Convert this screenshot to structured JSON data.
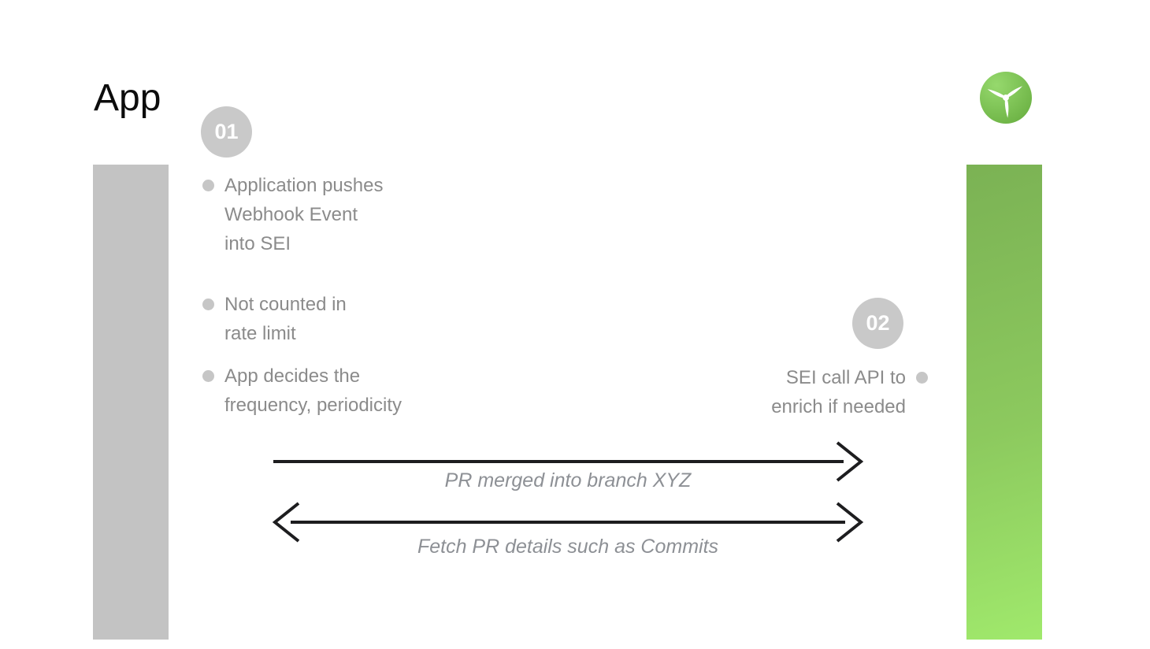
{
  "title": "App",
  "logo": {
    "icon": "propeller-logo"
  },
  "steps": {
    "one": {
      "number": "01",
      "bullets": [
        {
          "lines": [
            "Application pushes",
            "Webhook Event",
            "into SEI"
          ]
        },
        {
          "lines": [
            "Not counted in",
            "rate limit"
          ]
        },
        {
          "lines": [
            "App decides the",
            "frequency, periodicity"
          ]
        }
      ]
    },
    "two": {
      "number": "02",
      "bullets": [
        {
          "lines": [
            "SEI call API to",
            "enrich if needed"
          ]
        }
      ]
    }
  },
  "arrows": [
    {
      "label": "PR merged into branch XYZ",
      "direction": "right"
    },
    {
      "label": "Fetch PR details such as Commits",
      "direction": "both"
    }
  ],
  "colors": {
    "title_text": "#0c0c0c",
    "bar_gray": "#c3c3c3",
    "bar_green_top": "#7bb254",
    "bar_green_bottom": "#a0e96c",
    "badge_gray": "#c9c9c9",
    "badge_text": "#ffffff",
    "bullet_text_gray": "#8b8b8b",
    "bullet_dot_gray": "#c6c6c6",
    "arrow_black": "#1d1d1f",
    "arrow_label_gray": "#8d9095",
    "logo_green_light": "#96d96d",
    "logo_green_dark": "#69af41",
    "logo_blade_white": "#ffffff"
  }
}
